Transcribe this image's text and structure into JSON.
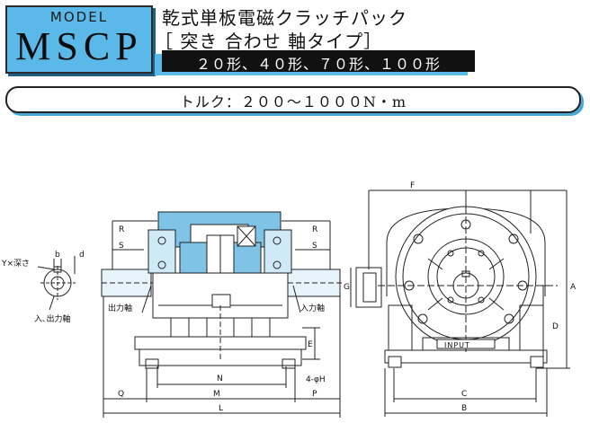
{
  "header": {
    "model_label": "MODEL",
    "model_name": "MSCP",
    "title_line1": "乾式単板電磁クラッチパック",
    "title_line2": "［ 突き 合わせ 軸タイプ］",
    "sizes": "２０形、４０形、７０形、１００形"
  },
  "torque": {
    "text": "トルク：２００～１０００N・m"
  },
  "drawing": {
    "left_view": {
      "dims": {
        "R_left": "R",
        "S_left": "S",
        "R_right": "R",
        "S_right": "S",
        "N": "N",
        "Q": "Q",
        "M": "M",
        "P": "P",
        "L": "L",
        "E": "E",
        "holes": "4-φH"
      },
      "shaft_detail": {
        "depth_label": "Y×深さ",
        "b": "b",
        "d": "d",
        "caption": "入､出力軸"
      },
      "output_shaft": "出力軸",
      "input_shaft": "入力軸"
    },
    "right_view": {
      "dims": {
        "F": "F",
        "G": "G",
        "A": "A",
        "D": "D",
        "C": "C",
        "B": "B"
      },
      "input_label": "INPUT"
    }
  },
  "colors": {
    "accent": "#5ab9e8",
    "cutaway": "#7fc4e6",
    "line": "#222222"
  }
}
